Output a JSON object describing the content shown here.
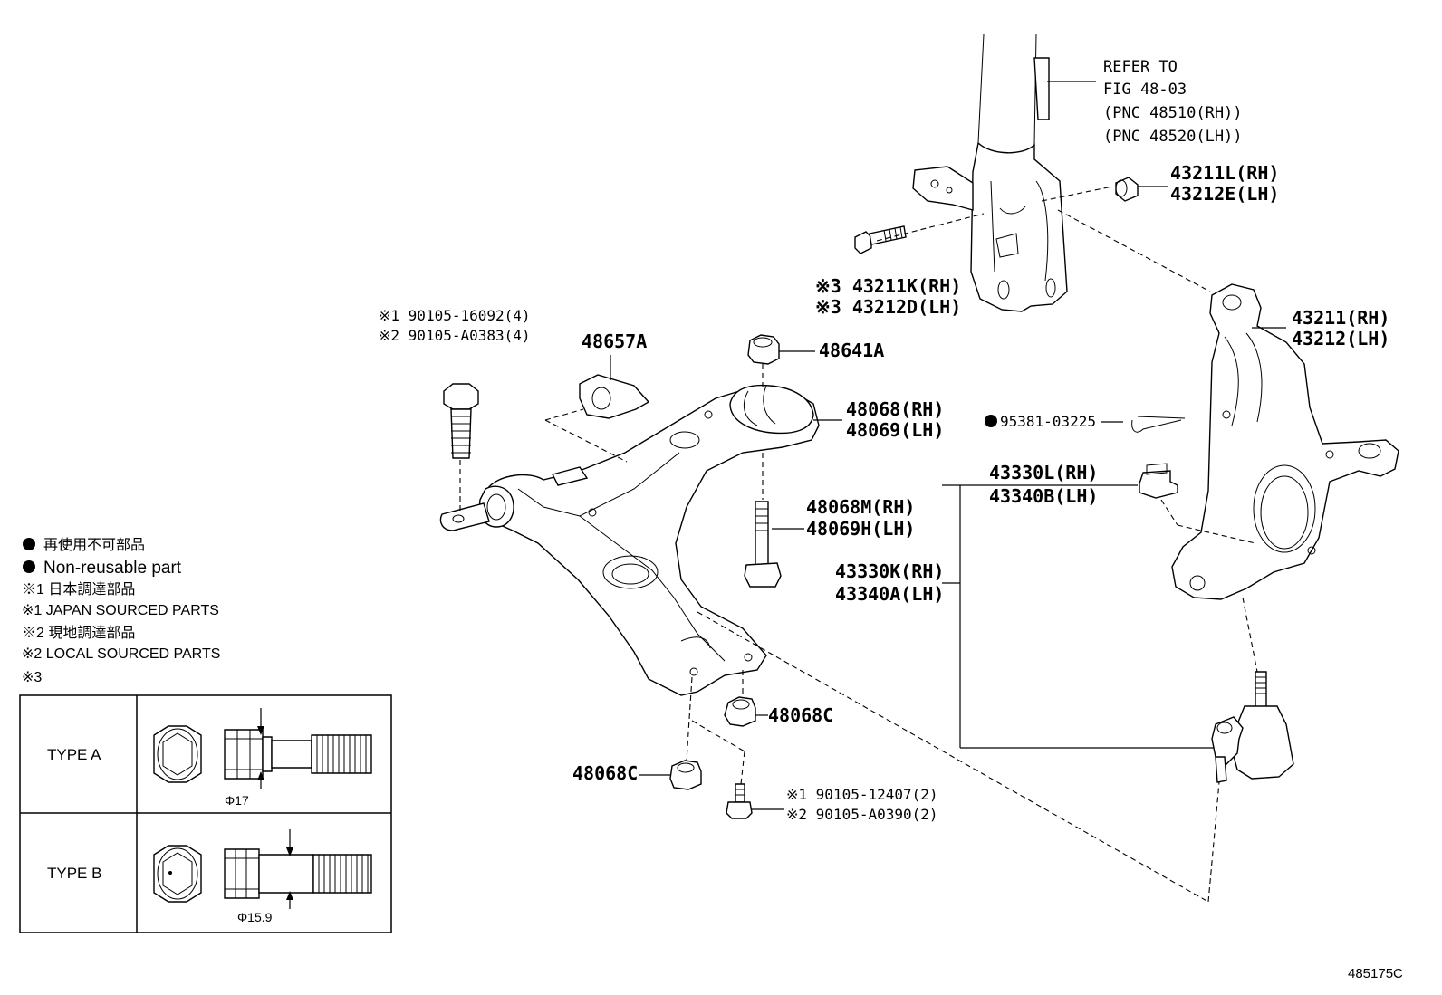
{
  "refer": {
    "line1": "REFER TO",
    "line2": "FIG 48-03",
    "line3": "(PNC 48510(RH))",
    "line4": "(PNC 48520(LH))"
  },
  "labels": {
    "p43211L": "43211L(RH)",
    "p43212E": "43212E(LH)",
    "p43211K": "※3  43211K(RH)",
    "p43212D": "※3  43212D(LH)",
    "p43211": "43211(RH)",
    "p43212": "43212(LH)",
    "bolt1": "※1 90105-16092(4)",
    "bolt2": "※2 90105-A0383(4)",
    "p48657A": "48657A",
    "p48641A": "48641A",
    "p48068": "48068(RH)",
    "p48069": "48069(LH)",
    "p95381": "95381-03225",
    "p43330L": "43330L(RH)",
    "p43340B": "43340B(LH)",
    "p48068M": "48068M(RH)",
    "p48069H": "48069H(LH)",
    "p43330K": "43330K(RH)",
    "p43340A": "43340A(LH)",
    "p48068C_a": "48068C",
    "p48068C_b": "48068C",
    "bolt3": "※1 90105-12407(2)",
    "bolt4": "※2 90105-A0390(2)"
  },
  "legend": {
    "l1": "再使用不可部品",
    "l2": "Non-reusable part",
    "l3": "※1 日本調達部品",
    "l4": "※1 JAPAN SOURCED PARTS",
    "l5": "※2 現地調達部品",
    "l6": "※2 LOCAL SOURCED PARTS",
    "l7": "※3"
  },
  "types": {
    "a_label": "TYPE  A",
    "a_dia": "Φ17",
    "b_label": "TYPE  B",
    "b_dia": "Φ15.9"
  },
  "figure_code": "485175C"
}
